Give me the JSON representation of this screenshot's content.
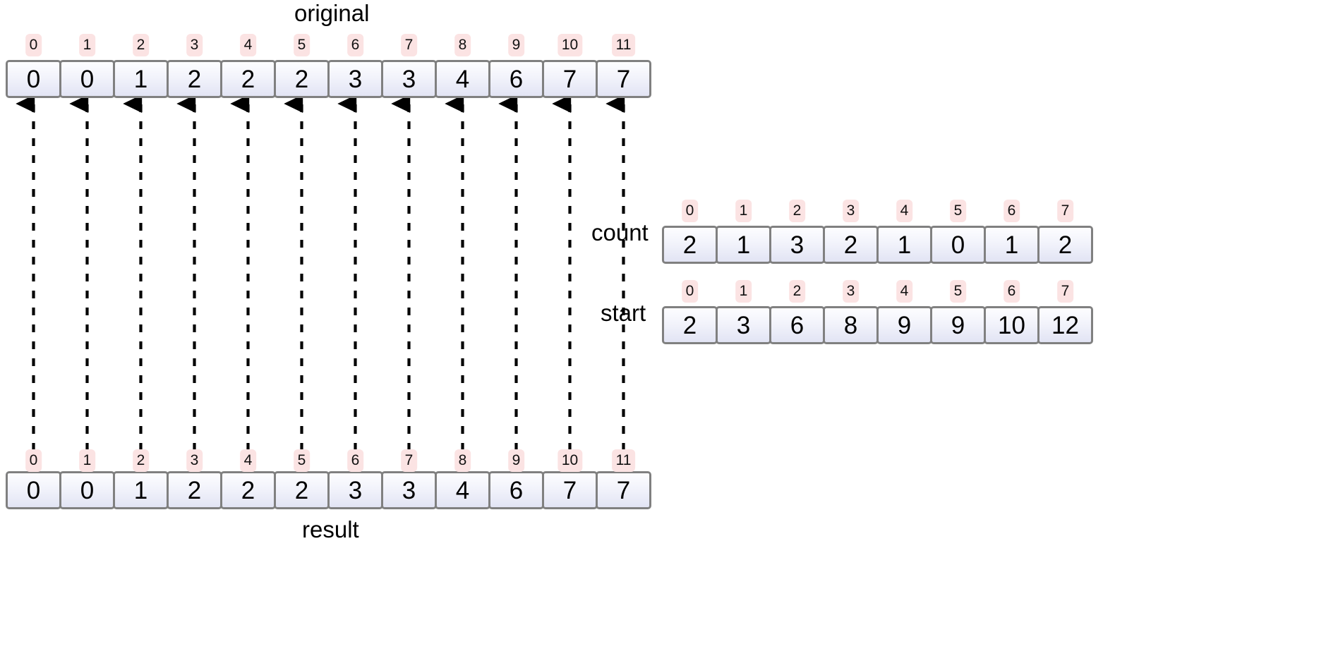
{
  "diagram": {
    "title_top": "original",
    "title_bottom": "result",
    "label_count": "count",
    "label_start": "start",
    "colors": {
      "cell_border": "#808080",
      "cell_fill_top": "#fdfdff",
      "cell_fill_bottom": "#e2e4f4",
      "index_badge": "#fbe3e3",
      "arrow": "#000000",
      "background": "#ffffff"
    }
  },
  "arrays": {
    "original": {
      "name": "original",
      "indices": [
        "0",
        "1",
        "2",
        "3",
        "4",
        "5",
        "6",
        "7",
        "8",
        "9",
        "10",
        "11"
      ],
      "values": [
        "0",
        "0",
        "1",
        "2",
        "2",
        "2",
        "3",
        "3",
        "4",
        "6",
        "7",
        "7"
      ]
    },
    "result": {
      "name": "result",
      "indices": [
        "0",
        "1",
        "2",
        "3",
        "4",
        "5",
        "6",
        "7",
        "8",
        "9",
        "10",
        "11"
      ],
      "values": [
        "0",
        "0",
        "1",
        "2",
        "2",
        "2",
        "3",
        "3",
        "4",
        "6",
        "7",
        "7"
      ]
    },
    "count": {
      "name": "count",
      "indices": [
        "0",
        "1",
        "2",
        "3",
        "4",
        "5",
        "6",
        "7"
      ],
      "values": [
        "2",
        "1",
        "3",
        "2",
        "1",
        "0",
        "1",
        "2"
      ]
    },
    "start": {
      "name": "start",
      "indices": [
        "0",
        "1",
        "2",
        "3",
        "4",
        "5",
        "6",
        "7"
      ],
      "values": [
        "2",
        "3",
        "6",
        "8",
        "9",
        "9",
        "10",
        "12"
      ]
    }
  },
  "arrows": {
    "count": 12,
    "style": "dashed-up",
    "description": "dashed vertical arrows from result cells up to original cells"
  }
}
